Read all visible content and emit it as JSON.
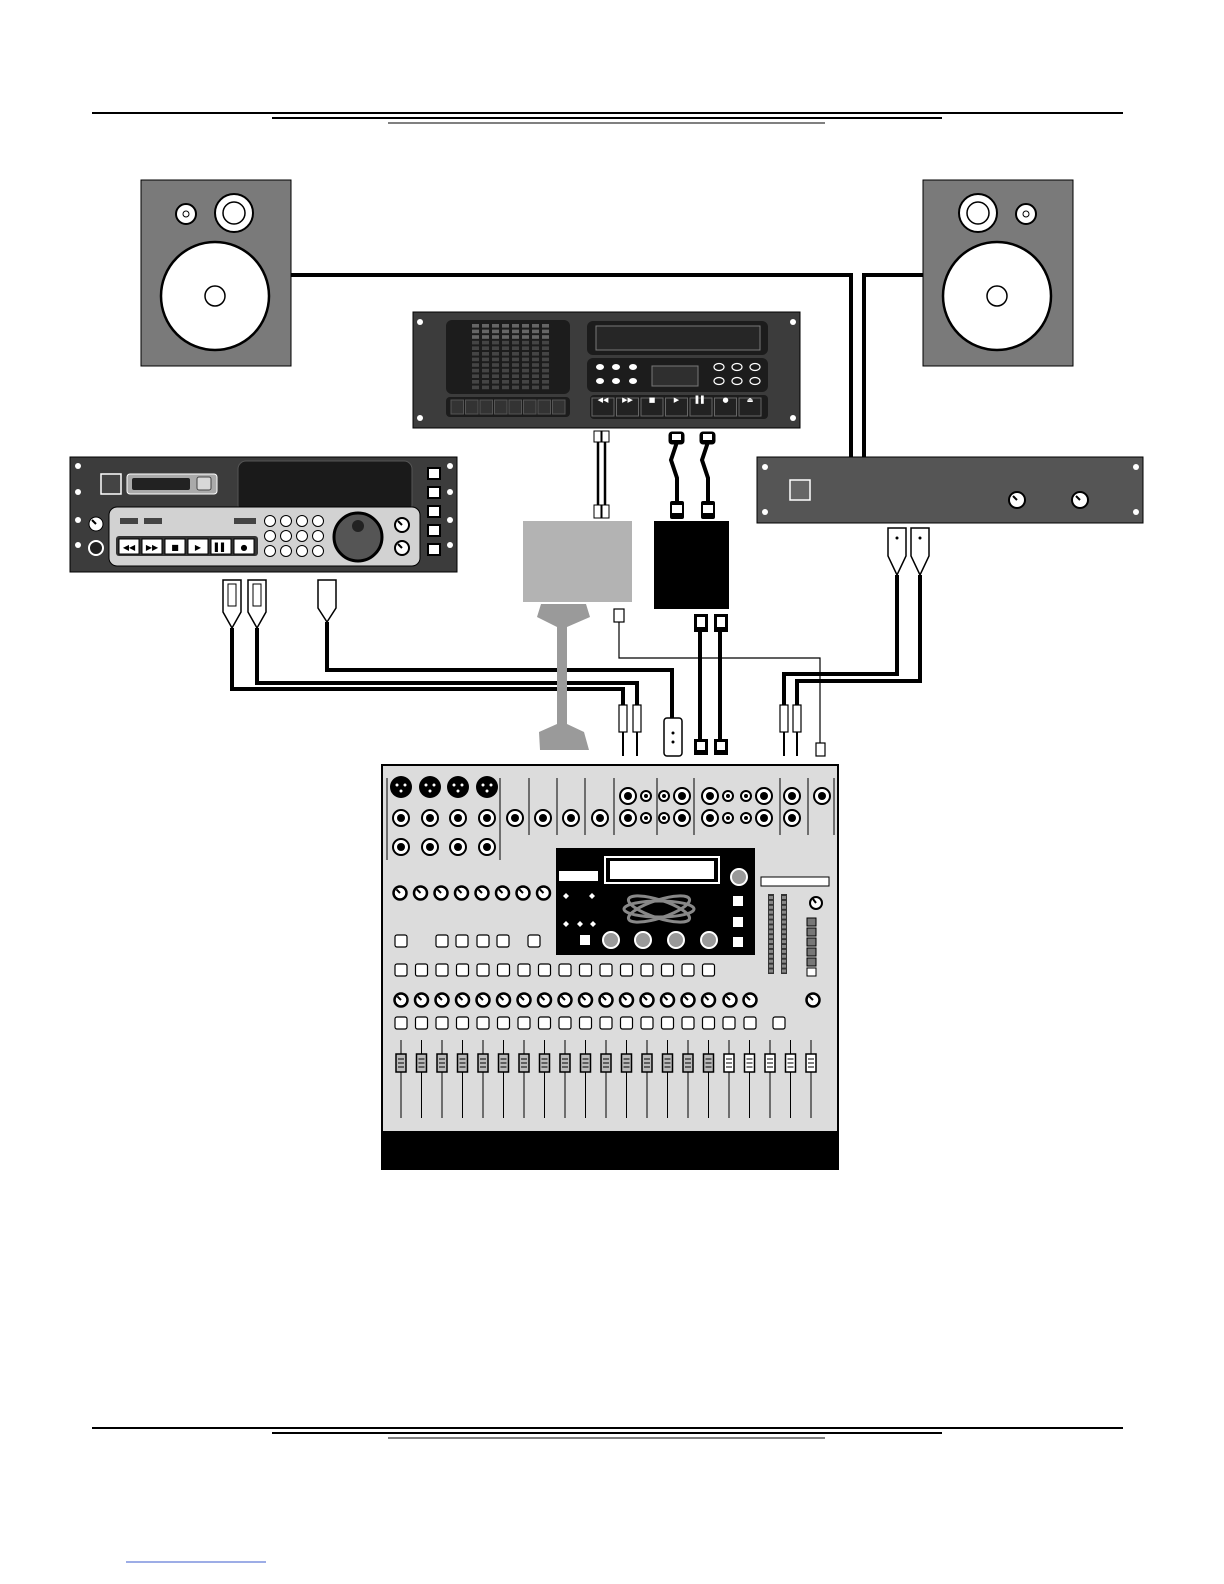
{
  "colors": {
    "ink": "#000000",
    "chassis_dark": "#3c3c3c",
    "chassis_mid": "#555555",
    "speaker_cab": "#7a7a7a",
    "panel_light": "#dcdcdc",
    "box_light": "#b3b3b3",
    "ribbon": "#9a9a9a",
    "paper": "#ffffff"
  },
  "transport_glyphs": [
    "◀◀",
    "▶▶",
    "■",
    "▶",
    "▌▌",
    "●",
    "⏏"
  ],
  "devices": [
    {
      "id": "left-speaker",
      "icon": "speaker-icon"
    },
    {
      "id": "right-speaker",
      "icon": "speaker-icon"
    },
    {
      "id": "multitrack-recorder",
      "icon": "rack-recorder-icon"
    },
    {
      "id": "dat-recorder",
      "icon": "rack-recorder-icon"
    },
    {
      "id": "power-amplifier",
      "icon": "amplifier-icon"
    },
    {
      "id": "interface-box-grey",
      "icon": "interface-box-icon"
    },
    {
      "id": "interface-box-black",
      "icon": "interface-box-icon"
    },
    {
      "id": "digital-mixer",
      "icon": "mixer-icon"
    }
  ],
  "mixer": {
    "fader_count": 21,
    "meter_bank_count": 2
  }
}
